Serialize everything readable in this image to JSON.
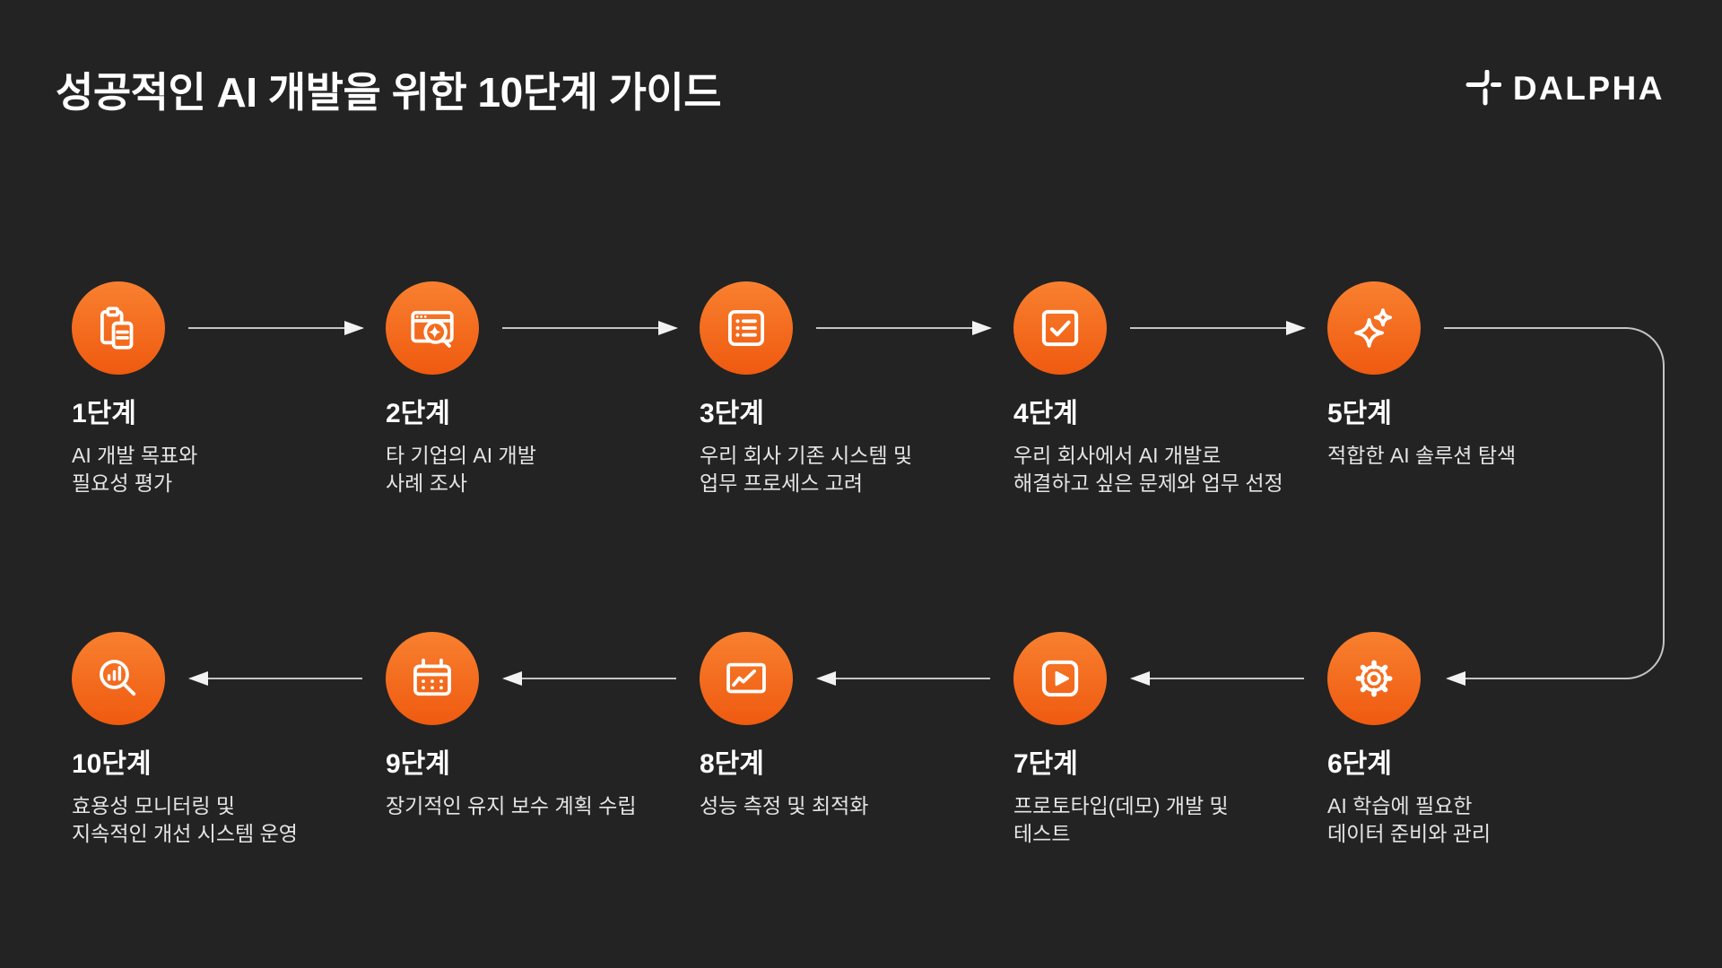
{
  "title": "성공적인 AI 개발을 위한 10단계 가이드",
  "logo": {
    "text": "DALPHA",
    "mark_icon": "dalpha-plus-mark-icon"
  },
  "colors": {
    "background": "#232323",
    "circle_gradient_top": "#F8802F",
    "circle_gradient_bottom": "#EF5A10",
    "arrow_line": "#C4C4C4",
    "arrow_head": "#F2F2F2",
    "text_primary": "#FFFFFF",
    "text_secondary": "#E5E5E5"
  },
  "flow": {
    "top_row_order": "steps 1-5 left to right, arrows point right",
    "bottom_row_order": "steps 6-10 right to left, arrows point left",
    "connector": "curved line from step 5 down the right edge into step 6"
  },
  "steps": [
    {
      "label": "1단계",
      "lines": [
        "AI 개발 목표와",
        "필요성 평가"
      ],
      "icon": "clipboard-copy-icon",
      "row": "top",
      "col": 0
    },
    {
      "label": "2단계",
      "lines": [
        "타 기업의 AI 개발",
        "사례 조사"
      ],
      "icon": "browser-search-icon",
      "row": "top",
      "col": 1
    },
    {
      "label": "3단계",
      "lines": [
        "우리 회사 기존 시스템 및",
        "업무 프로세스 고려"
      ],
      "icon": "bullet-list-icon",
      "row": "top",
      "col": 2
    },
    {
      "label": "4단계",
      "lines": [
        "우리 회사에서 AI 개발로",
        "해결하고 싶은 문제와 업무 선정"
      ],
      "icon": "checkbox-icon",
      "row": "top",
      "col": 3
    },
    {
      "label": "5단계",
      "lines": [
        "적합한 AI 솔루션 탐색"
      ],
      "icon": "sparkles-icon",
      "row": "top",
      "col": 4
    },
    {
      "label": "6단계",
      "lines": [
        "AI 학습에 필요한",
        "데이터 준비와 관리"
      ],
      "icon": "gear-icon",
      "row": "bottom",
      "col": 4
    },
    {
      "label": "7단계",
      "lines": [
        "프로토타입(데모) 개발 및",
        "테스트"
      ],
      "icon": "play-button-icon",
      "row": "bottom",
      "col": 3
    },
    {
      "label": "8단계",
      "lines": [
        "성능 측정 및 최적화"
      ],
      "icon": "trend-chart-icon",
      "row": "bottom",
      "col": 2
    },
    {
      "label": "9단계",
      "lines": [
        "장기적인 유지 보수 계획 수립"
      ],
      "icon": "calendar-icon",
      "row": "bottom",
      "col": 1
    },
    {
      "label": "10단계",
      "lines": [
        "효용성 모니터링 및",
        "지속적인 개선 시스템 운영"
      ],
      "icon": "search-chart-icon",
      "row": "bottom",
      "col": 0
    }
  ]
}
